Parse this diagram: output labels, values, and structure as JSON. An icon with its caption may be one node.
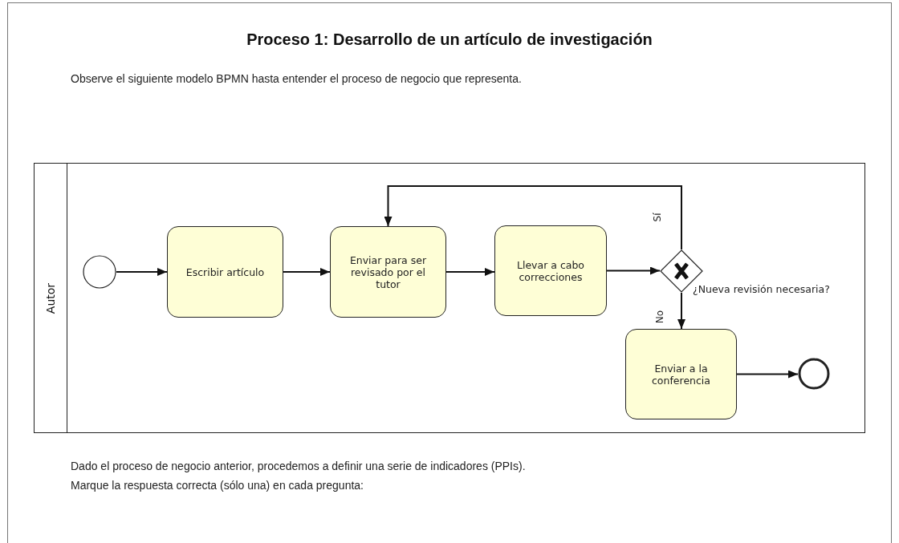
{
  "diagram": {
    "title": "Proceso 1: Desarrollo de un artículo de investigación",
    "nodes": [
      {
        "text": [
          "Autor"
        ]
      },
      {
        "text": [],
        "shape": "circle",
        "in": 0
      },
      {
        "text": [
          "Escribir artículo"
        ],
        "in": 0
      },
      {
        "text": [
          "Enviar para ser revisado por el tutor"
        ],
        "in": 0
      },
      {
        "text": [
          "Llevar a cabo correcciones"
        ],
        "in": 0
      },
      {
        "text": [],
        "shape": "diamond",
        "in": 0,
        "beside": [
          "¿Nueva revisión necesaria?"
        ]
      },
      {
        "text": [
          "Enviar a la conferencia"
        ],
        "in": 0
      },
      {
        "text": [],
        "shape": "circle",
        "in": 0
      }
    ],
    "edges": [
      {
        "from": 1,
        "to": 2,
        "arrow": "to"
      },
      {
        "from": 2,
        "to": 3,
        "arrow": "to"
      },
      {
        "from": 3,
        "to": 4,
        "arrow": "to"
      },
      {
        "from": 4,
        "to": 5,
        "arrow": "to"
      },
      {
        "from": 5,
        "to": 3,
        "arrow": "to",
        "label": "Sí"
      },
      {
        "from": 5,
        "to": 6,
        "arrow": "to",
        "label": "No"
      },
      {
        "from": 6,
        "to": 7,
        "arrow": "to"
      }
    ],
    "labels": [
      "Observe el siguiente modelo BPMN hasta entender el proceso de negocio que representa.",
      "Dado el proceso de negocio anterior, procedemos a  definir una serie de indicadores (PPIs).",
      "Marque la respuesta correcta (sólo una) en cada pregunta:"
    ]
  }
}
